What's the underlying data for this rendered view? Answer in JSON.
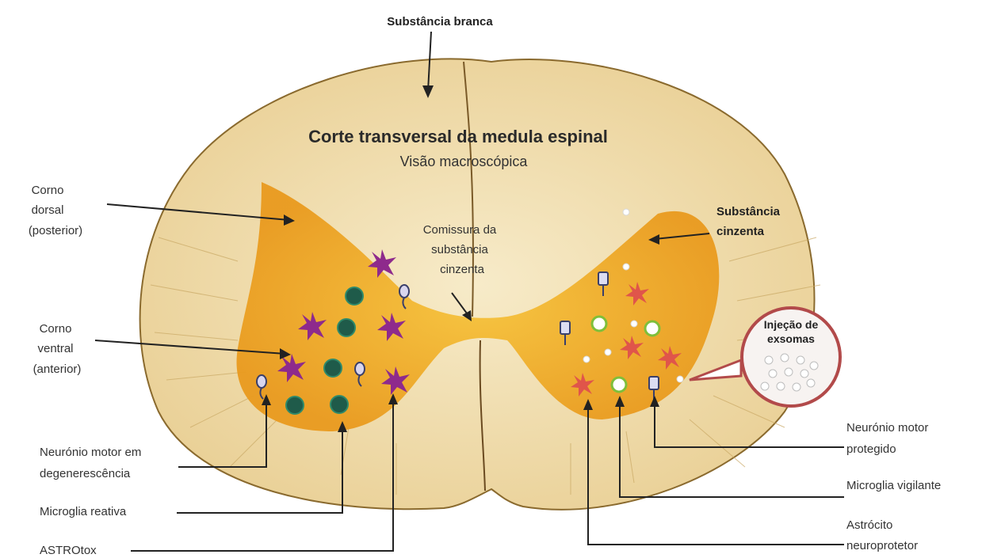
{
  "diagram": {
    "title": "Corte transversal da medula espinal",
    "subtitle": "Visão macroscópica",
    "labels": {
      "white_matter": "Substância branca",
      "dorsal_horn": [
        "Corno",
        "dorsal",
        "(posterior)"
      ],
      "gray_commissure": [
        "Comissura da",
        "substância",
        "cinzenta"
      ],
      "gray_matter": [
        "Substância",
        "cinzenta"
      ],
      "ventral_horn": [
        "Corno",
        "ventral",
        "(anterior)"
      ],
      "exosome_injection": [
        "Injeção de",
        "exsomas"
      ],
      "degenerating_motor_neuron": [
        "Neurónio motor em",
        "degenerescência"
      ],
      "reactive_microglia": "Microglia reativa",
      "astrotox": "ASTROtox",
      "protected_motor_neuron": [
        "Neurónio motor",
        "protegido"
      ],
      "surveillant_microglia": "Microglia vigilante",
      "neuroprotective_astrocyte": [
        "Astrócito",
        "neuroprotetor"
      ]
    },
    "colors": {
      "white_matter": "#f3e2b8",
      "gray_matter": "#f2b52e",
      "reactive_astrocyte": "#8e2a8c",
      "reactive_microglia": "#1f5b4a",
      "neuroprotective_astrocyte": "#e0554a",
      "surveillant_microglia": "#ffffff",
      "motor_neuron": "#3a3f6a",
      "exosome_callout_border": "#b24a4a"
    }
  }
}
